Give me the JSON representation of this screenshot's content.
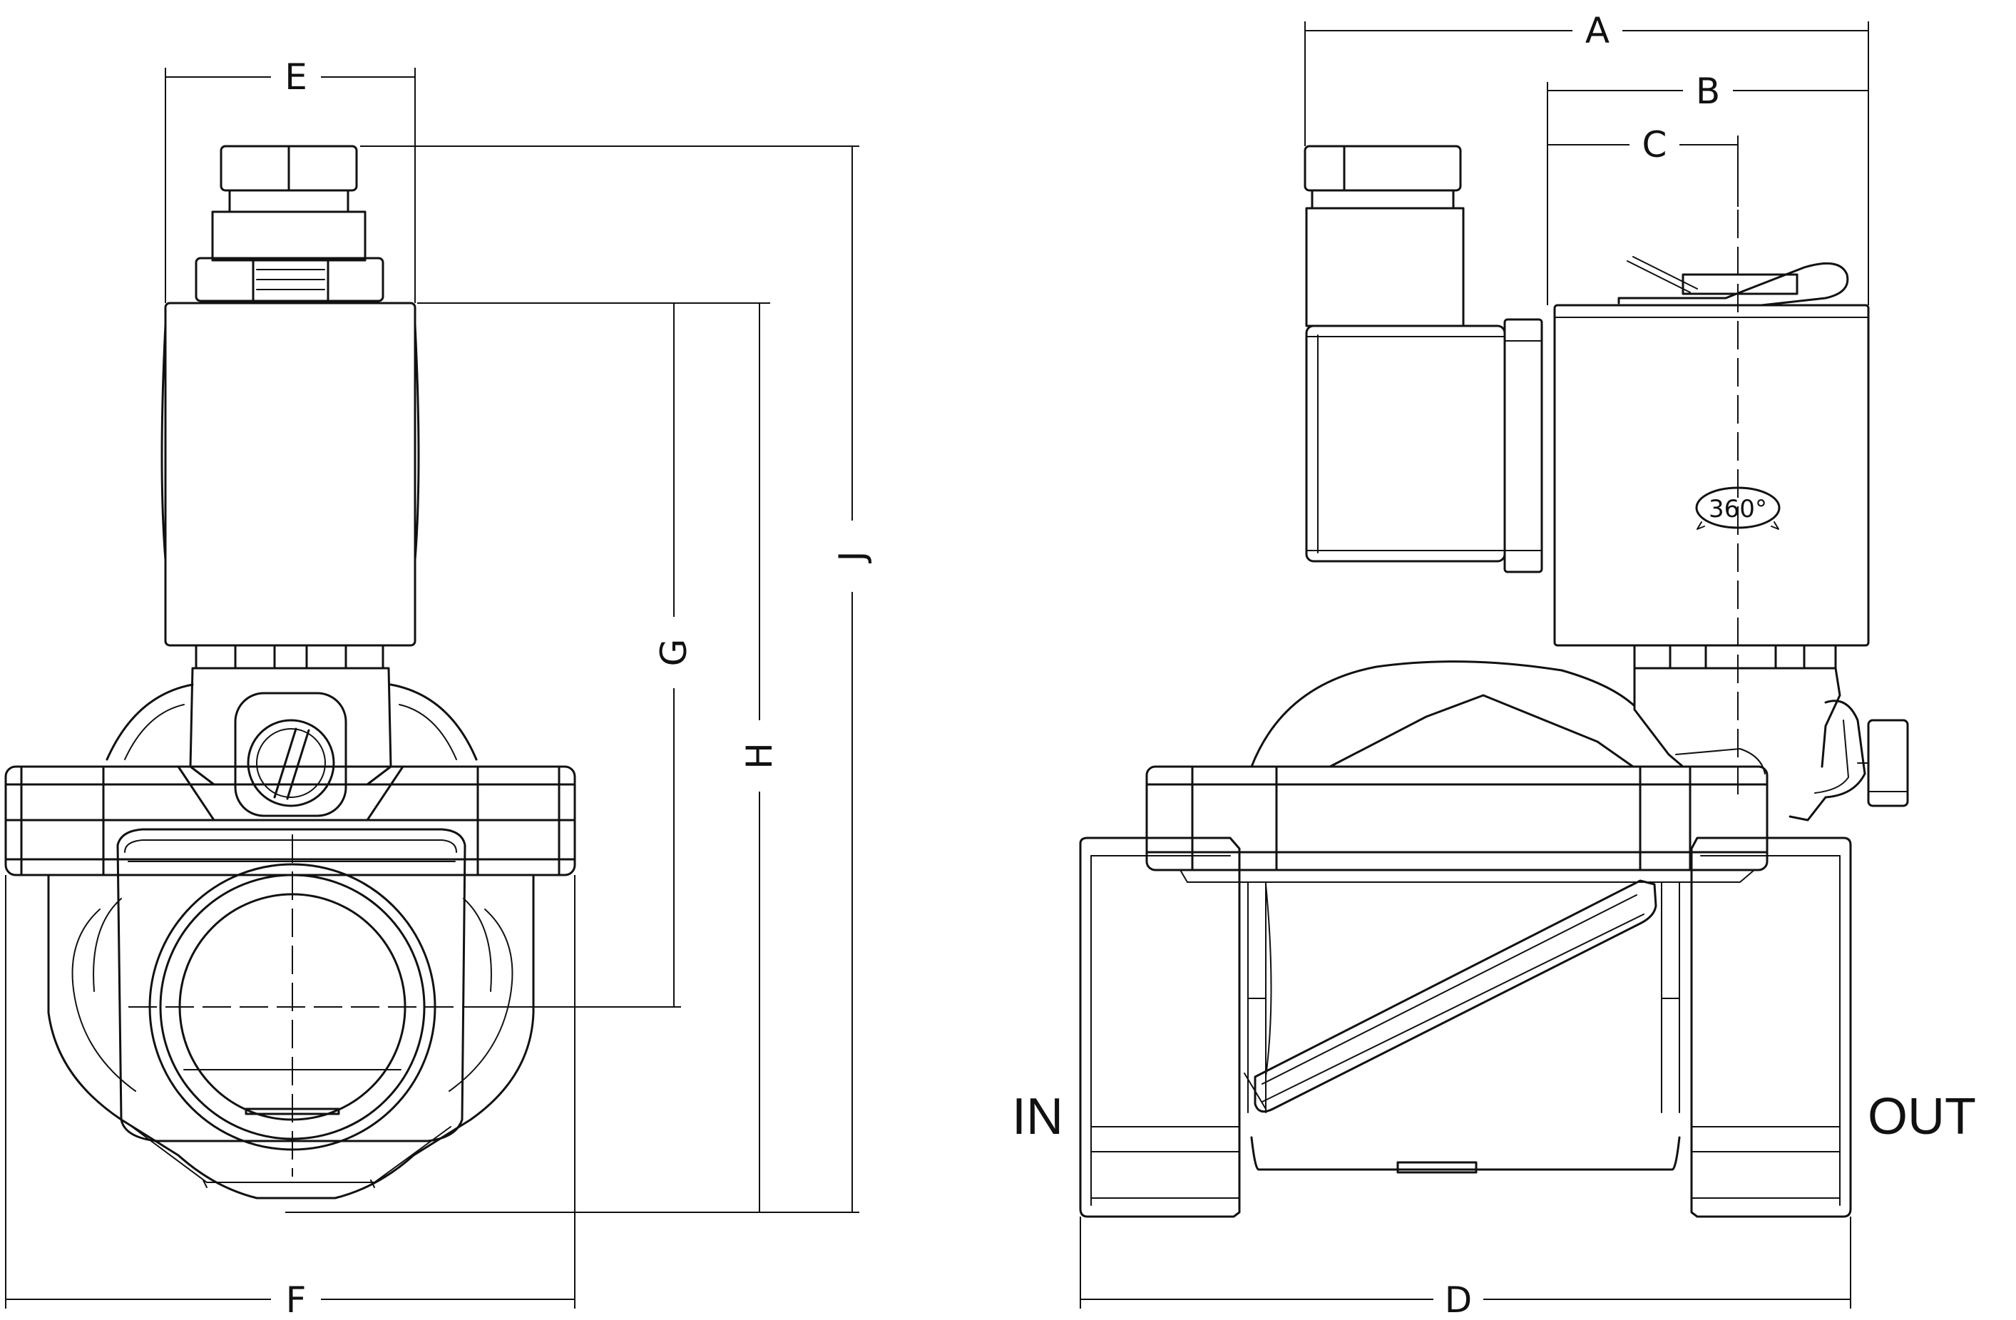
{
  "dimensions": {
    "a": "A",
    "b": "B",
    "c": "C",
    "d": "D",
    "e": "E",
    "f": "F",
    "g": "G",
    "h": "H",
    "j": "J"
  },
  "ports": {
    "inlet": "IN",
    "outlet": "OUT"
  },
  "rotation_note": "360°"
}
